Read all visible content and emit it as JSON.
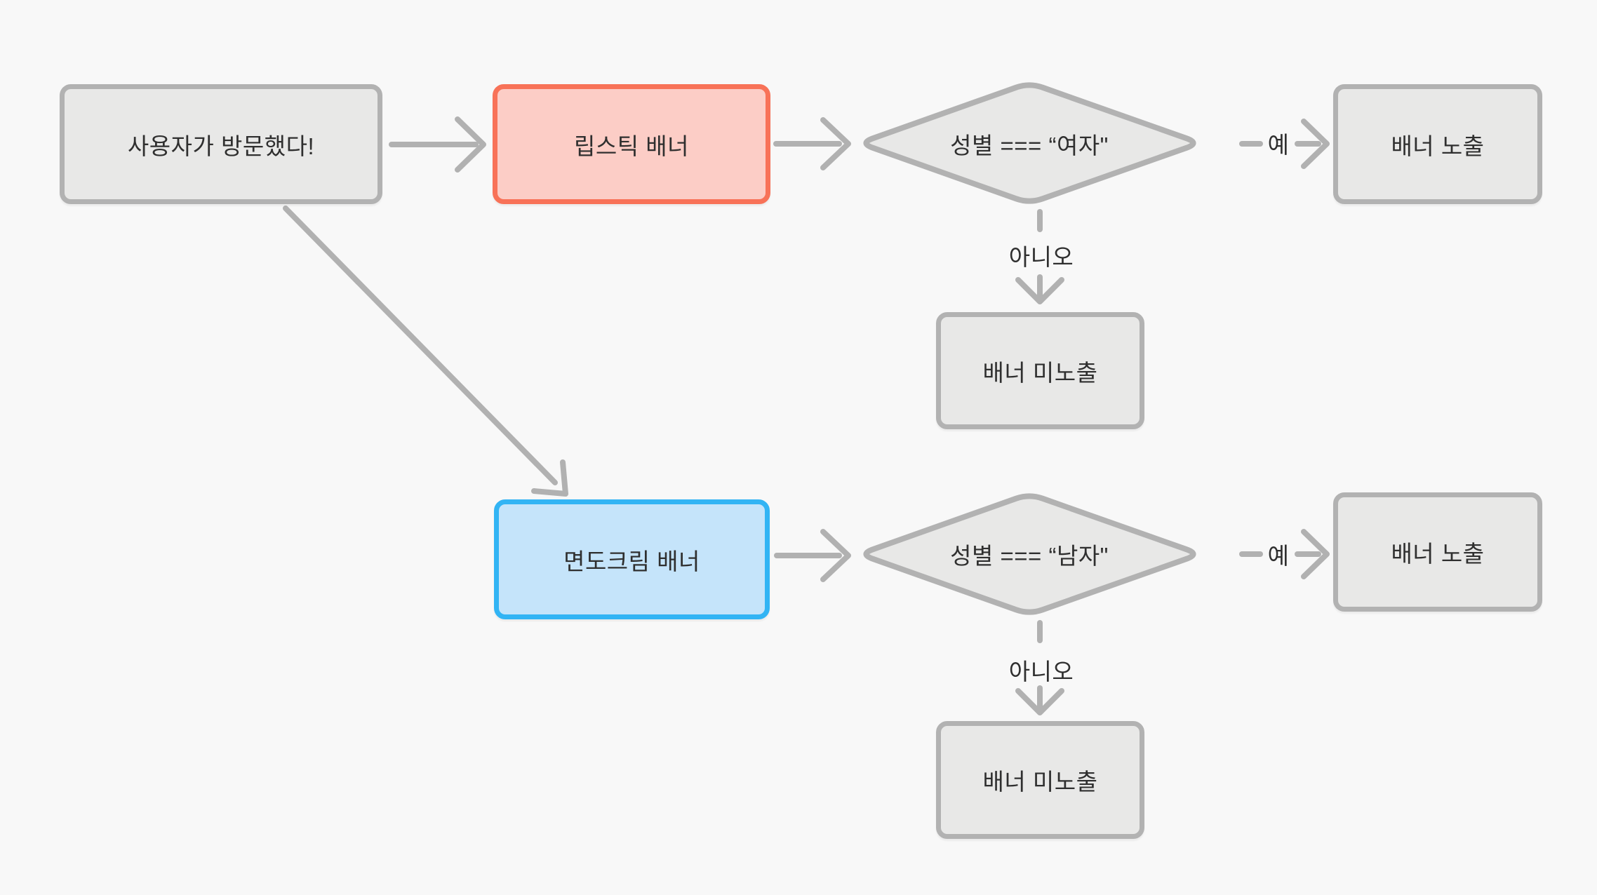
{
  "diagram": {
    "nodes": {
      "start": {
        "label": "사용자가 방문했다!"
      },
      "lipstick_banner": {
        "label": "립스틱 배너"
      },
      "shaving_cream_banner": {
        "label": "면도크림 배너"
      },
      "decision_female": {
        "label": "성별 === “여자\""
      },
      "decision_male": {
        "label": "성별 === “남자\""
      },
      "banner_shown_top": {
        "label": "배너 노출"
      },
      "banner_shown_bottom": {
        "label": "배너 노출"
      },
      "banner_hidden_top": {
        "label": "배너 미노출"
      },
      "banner_hidden_bottom": {
        "label": "배너 미노출"
      }
    },
    "edge_labels": {
      "yes_top": "예",
      "no_top": "아니오",
      "yes_bottom": "예",
      "no_bottom": "아니오"
    }
  },
  "colors": {
    "background": "#f8f8f8",
    "node_fill": "#e8e8e7",
    "node_border": "#b2b2b2",
    "line": "#b1b1b1",
    "text": "#2f2f2f",
    "red_border": "#f87258",
    "red_fill": "#fccdc6",
    "blue_border": "#32b4f4",
    "blue_fill": "#c5e4fa"
  }
}
